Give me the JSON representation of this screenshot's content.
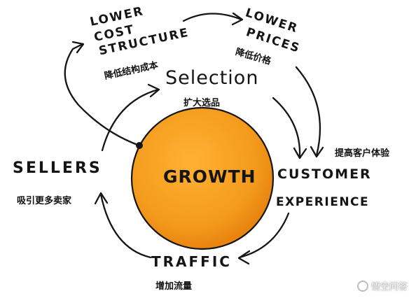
{
  "center": {
    "label": "GROWTH",
    "color": "#f39a1c"
  },
  "nodes": {
    "lower_cost": {
      "lines": [
        "LOWER",
        "COST",
        "STRUCTURE"
      ],
      "cn": "降低结构成本"
    },
    "lower_prices": {
      "lines": [
        "LOWER",
        "PRICES"
      ],
      "cn": "降低价格"
    },
    "selection": {
      "label": "Selection",
      "cn": "扩大选品"
    },
    "customer": {
      "lines": [
        "CUSTOMER",
        "EXPERIENCE"
      ],
      "cn": "提高客户体验"
    },
    "traffic": {
      "label": "TRAFFIC",
      "cn": "增加流量"
    },
    "sellers": {
      "label": "SELLERS",
      "cn": "吸引更多卖家"
    }
  },
  "watermark": {
    "text": "悟空问答"
  }
}
